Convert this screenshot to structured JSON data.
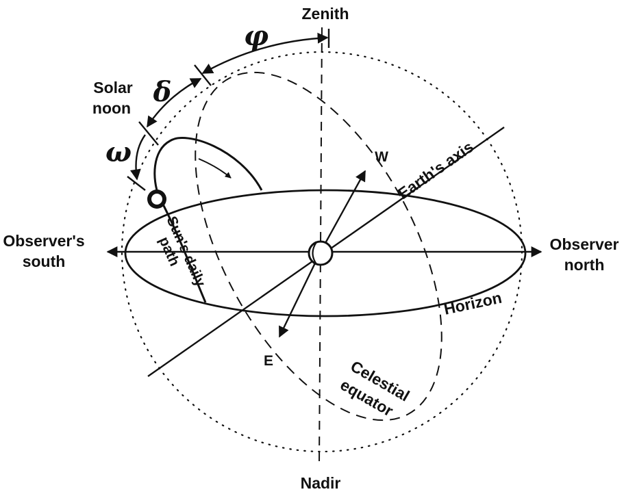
{
  "labels": {
    "zenith": "Zenith",
    "nadir": "Nadir",
    "solar_noon_line1": "Solar",
    "solar_noon_line2": "noon",
    "observer_south_line1": "Observer's",
    "observer_south_line2": "south",
    "observer_north_line1": "Observer",
    "observer_north_line2": "north",
    "horizon": "Horizon",
    "earths_axis": "Earth's axis",
    "suns_daily_path_line1": "Sun's daily",
    "suns_daily_path_line2": "path",
    "celestial_equator_line1": "Celestial",
    "celestial_equator_line2": "equator",
    "west": "W",
    "east": "E"
  },
  "angles": {
    "latitude_symbol": "φ",
    "declination_symbol": "δ",
    "hour_angle_symbol": "ω"
  },
  "colors": {
    "ink": "#111111",
    "background": "#ffffff"
  }
}
